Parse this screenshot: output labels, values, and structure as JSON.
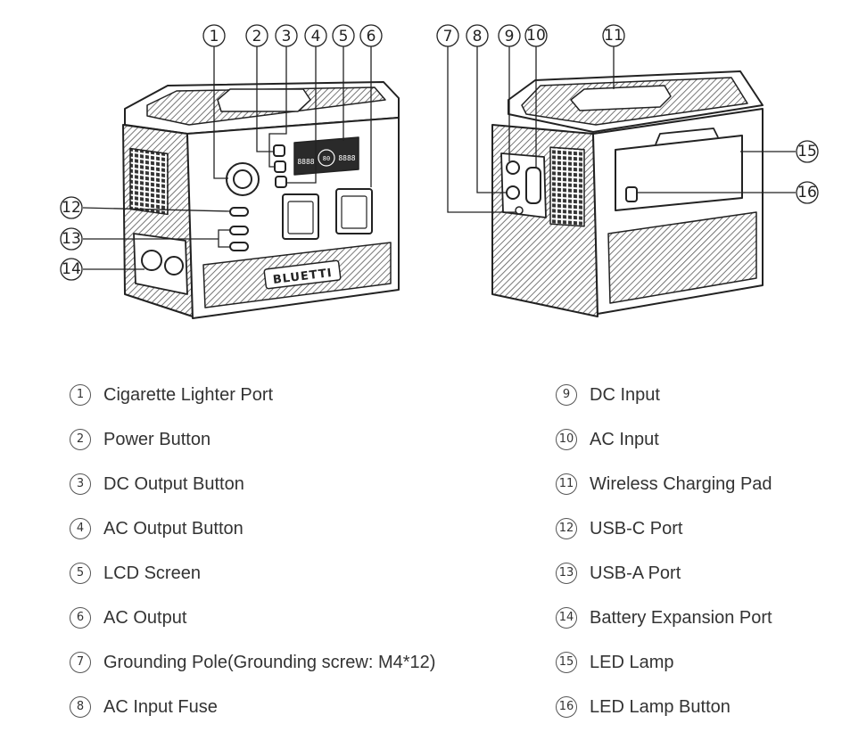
{
  "callouts": [
    "1",
    "2",
    "3",
    "4",
    "5",
    "6",
    "7",
    "8",
    "9",
    "10",
    "11",
    "12",
    "13",
    "14",
    "15",
    "16"
  ],
  "brand_logo": "BLUETTI",
  "lcd_readouts": [
    "8888",
    "80",
    "8888"
  ],
  "legend_left": [
    {
      "num": "1",
      "label": "Cigarette Lighter Port"
    },
    {
      "num": "2",
      "label": "Power Button"
    },
    {
      "num": "3",
      "label": "DC Output Button"
    },
    {
      "num": "4",
      "label": "AC Output Button"
    },
    {
      "num": "5",
      "label": "LCD Screen"
    },
    {
      "num": "6",
      "label": "AC Output"
    },
    {
      "num": "7",
      "label": "Grounding Pole(Grounding screw: M4*12)"
    },
    {
      "num": "8",
      "label": "AC Input Fuse"
    }
  ],
  "legend_right": [
    {
      "num": "9",
      "label": "DC Input"
    },
    {
      "num": "10",
      "label": "AC Input"
    },
    {
      "num": "11",
      "label": "Wireless Charging Pad"
    },
    {
      "num": "12",
      "label": "USB-C Port"
    },
    {
      "num": "13",
      "label": "USB-A Port"
    },
    {
      "num": "14",
      "label": "Battery Expansion Port"
    },
    {
      "num": "15",
      "label": "LED Lamp"
    },
    {
      "num": "16",
      "label": "LED Lamp Button"
    }
  ],
  "colors": {
    "line": "#222222",
    "hatch": "#555555",
    "lcd": "#2a2a2a"
  }
}
